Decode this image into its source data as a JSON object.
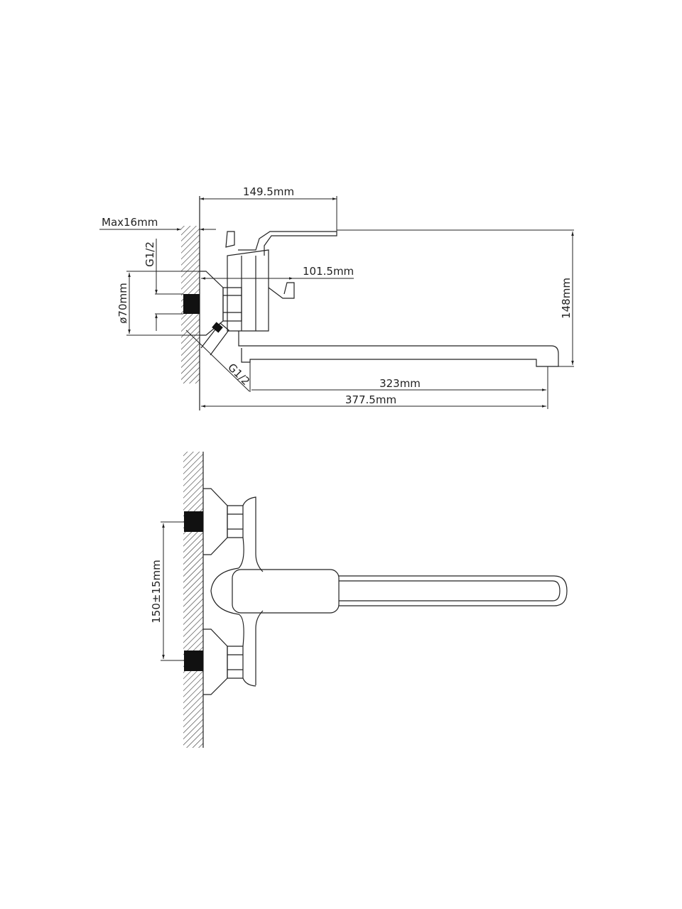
{
  "side_view": {
    "dim_handle_reach": "149.5mm",
    "dim_wall_max": "Max16mm",
    "dim_inlet_thread_top": "G1/2",
    "dim_flange_diameter": "ø70mm",
    "dim_body_depth": "101.5mm",
    "dim_height": "148mm",
    "dim_inlet_thread_angled": "G1/2",
    "dim_spout_length": "323mm",
    "dim_total_reach": "377.5mm"
  },
  "top_view": {
    "dim_inlet_spacing": "150±15mm"
  }
}
